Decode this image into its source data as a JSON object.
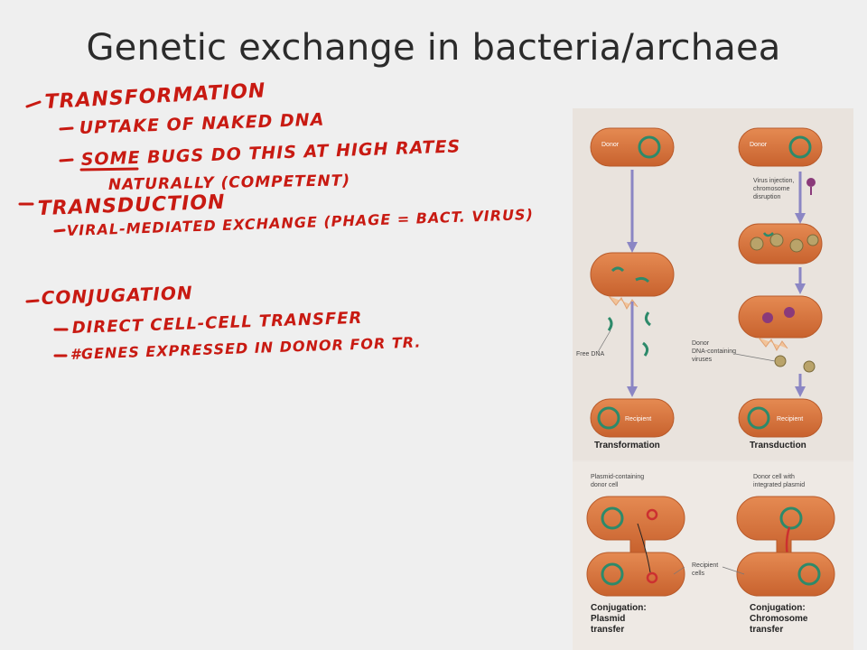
{
  "slide": {
    "title": "Genetic exchange in bacteria/archaea"
  },
  "notes": {
    "transformation": "TRANSFORMATION",
    "uptake": "UPTAKE OF NAKED DNA",
    "some_bugs": "SOME BUGS DO THIS AT HIGH RATES",
    "naturally": "NATURALLY (COMPETENT)",
    "transduction": "TRANSDUCTION",
    "viral": "VIRAL-MEDIATED EXCHANGE (PHAGE = BACT. VIRUS)",
    "conjugation": "CONJUGATION",
    "direct": "DIRECT CELL-CELL TRANSFER",
    "genes": "#GENES EXPRESSED IN DONOR FOR TR."
  },
  "figure": {
    "donor_left": "Donor",
    "donor_right": "Donor",
    "virus_injection": [
      "Virus injection,",
      "chromosome",
      "disruption"
    ],
    "free_dna": "Free DNA",
    "donor_dna_viruses": [
      "Donor",
      "DNA-containing",
      "viruses"
    ],
    "recipient_left": "Recipient",
    "recipient_right": "Recipient",
    "caption_transformation": "Transformation",
    "caption_transduction": "Transduction",
    "plasmid_donor": [
      "Plasmid-containing",
      "donor cell"
    ],
    "integrated_donor": [
      "Donor cell with",
      "integrated plasmid"
    ],
    "recipient_cells": [
      "Recipient",
      "cells"
    ],
    "caption_conj_plasmid": [
      "Conjugation:",
      "Plasmid",
      "transfer"
    ],
    "caption_conj_chromosome": [
      "Conjugation:",
      "Chromosome",
      "transfer"
    ],
    "colors": {
      "cell": "#d4703a",
      "cell_edge": "#b85a2a",
      "ring": "#2d8a6a",
      "arrow": "#8b86c4",
      "plasmid": "#cc3030",
      "phage": "#8a3a7a"
    }
  }
}
